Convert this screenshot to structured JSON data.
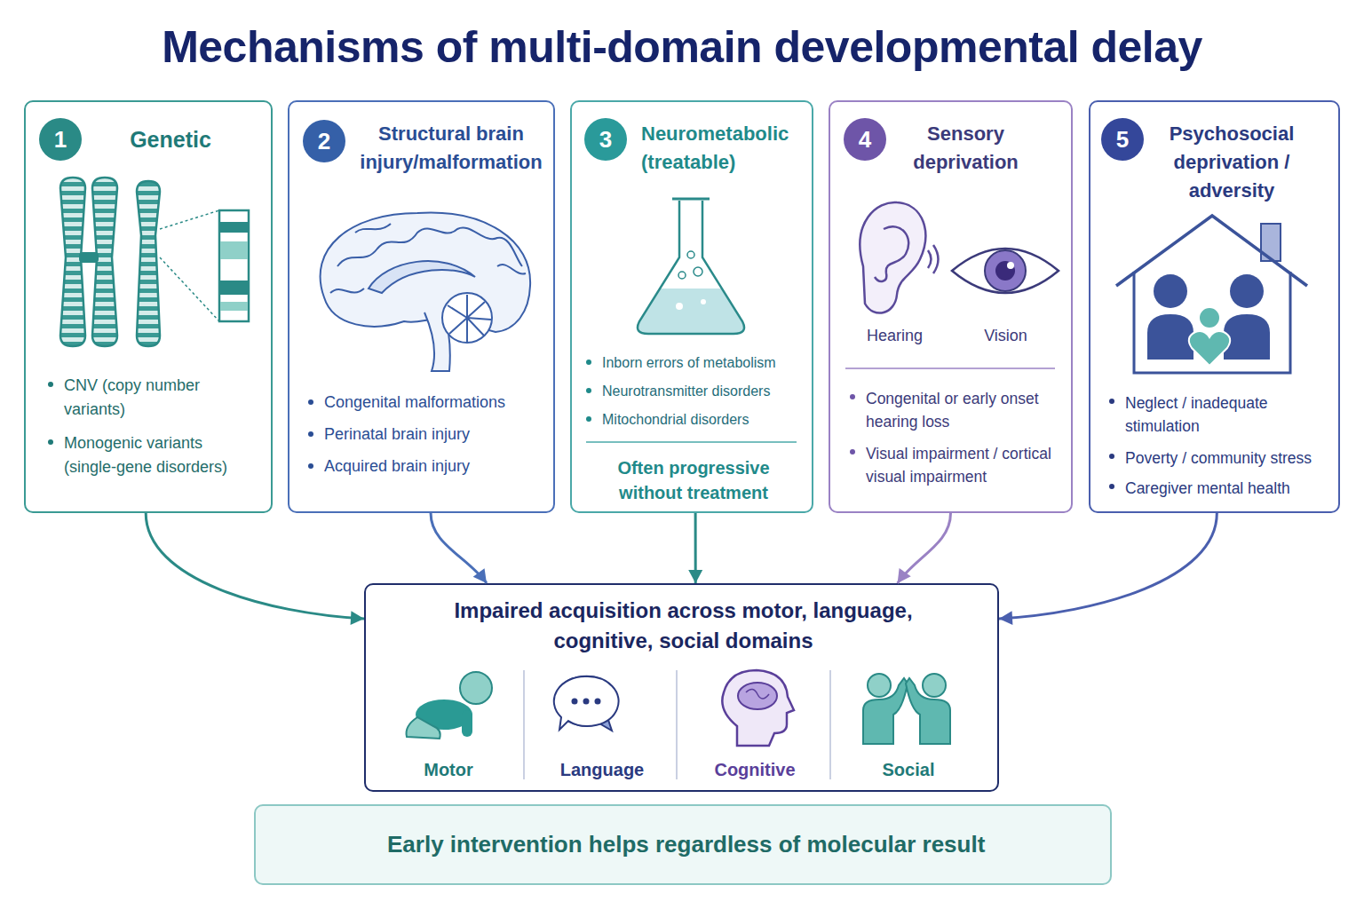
{
  "diagram": {
    "title": "Mechanisms of multi-domain developmental delay",
    "nodes": [
      {
        "text": [
          "Genetic",
          "CNV (copy number variants)",
          "Monogenic variants (single-gene disorders)"
        ]
      },
      {
        "text": [
          "1"
        ],
        "in": 0
      },
      {
        "text": [
          "Structural brain injury/malformation",
          "Congenital malformations",
          "Perinatal brain injury",
          "Acquired brain injury"
        ]
      },
      {
        "text": [
          "2"
        ],
        "in": 2
      },
      {
        "text": [
          "Neurometabolic (treatable)",
          "Inborn errors of metabolism",
          "Neurotransmitter disorders",
          "Mitochondrial disorders",
          "Often progressive without treatment"
        ]
      },
      {
        "text": [
          "3"
        ],
        "in": 4
      },
      {
        "text": [
          "Sensory deprivation",
          "Hearing",
          "Vision",
          "Congenital or early onset hearing loss",
          "Visual impairment / cortical visual impairment"
        ]
      },
      {
        "text": [
          "4"
        ],
        "in": 6
      },
      {
        "text": [
          "Psychosocial deprivation / adversity",
          "Neglect / inadequate stimulation",
          "Poverty / community stress",
          "Caregiver mental health"
        ]
      },
      {
        "text": [
          "5"
        ],
        "in": 8
      },
      {
        "text": [
          "Impaired acquisition across motor, language, cognitive, social domains",
          "Motor",
          "Language",
          "Cognitive",
          "Social"
        ]
      },
      {
        "text": [
          "Early intervention helps regardless of molecular result"
        ]
      }
    ],
    "edges": [
      {
        "from": 0,
        "to": 10,
        "arrow": "to"
      },
      {
        "from": 2,
        "to": 10,
        "arrow": "to"
      },
      {
        "from": 4,
        "to": 10,
        "arrow": "to"
      },
      {
        "from": 6,
        "to": 10,
        "arrow": "to"
      },
      {
        "from": 8,
        "to": 10,
        "arrow": "to"
      }
    ]
  }
}
